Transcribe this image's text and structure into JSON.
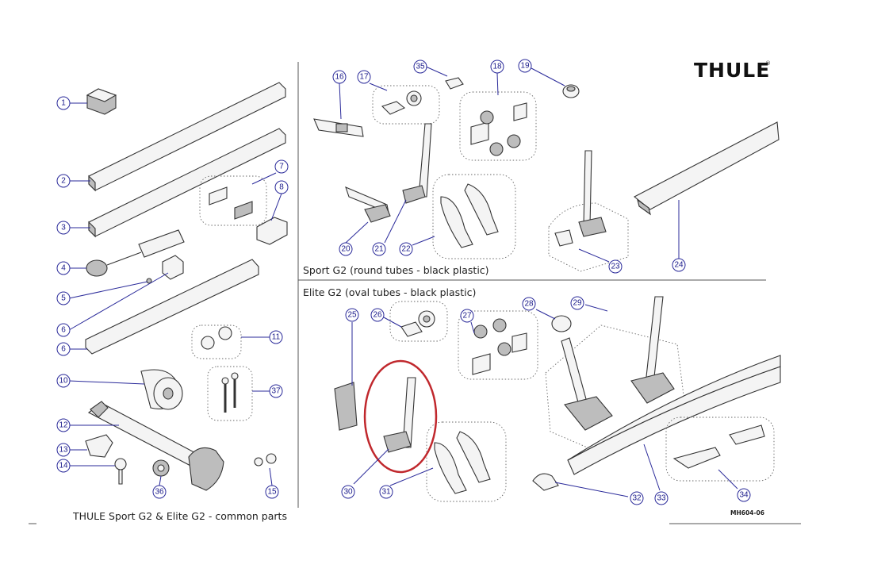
{
  "brand": {
    "logo_text": "THULE",
    "registered_mark": "®"
  },
  "sections": {
    "sport": {
      "caption": "Sport G2 (round tubes - black plastic)"
    },
    "elite": {
      "caption": "Elite G2 (oval tubes - black plastic)"
    },
    "common": {
      "caption": "THULE Sport G2 & Elite G2 - common parts"
    }
  },
  "doc_code": "MH604-06",
  "callouts": [
    "1",
    "2",
    "3",
    "4",
    "5",
    "6",
    "6",
    "7",
    "8",
    "10",
    "11",
    "12",
    "13",
    "14",
    "15",
    "16",
    "17",
    "18",
    "19",
    "20",
    "21",
    "22",
    "23",
    "24",
    "25",
    "26",
    "27",
    "28",
    "29",
    "30",
    "31",
    "32",
    "33",
    "34",
    "35",
    "36",
    "37"
  ],
  "colors": {
    "callout": "#2a2a9a",
    "highlight": "#c0282d",
    "line": "#333333"
  },
  "highlight": {
    "shape": "ellipse",
    "around_part": "30"
  }
}
